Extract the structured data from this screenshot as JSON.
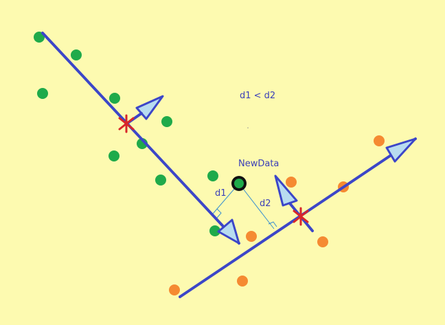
{
  "colors": {
    "background": "#fdfab0",
    "class_a": "#1faa4a",
    "class_b": "#f58a32",
    "main_line": "#3c46c8",
    "arrow_fill": "#b8dcf0",
    "center_marker": "#d8262a",
    "distance_line": "#3a8fd0",
    "label_text": "#3a3fb8",
    "new_point_outline": "#111111",
    "new_point_fill": "#1faa4a"
  },
  "labels": {
    "comparison": "d1 < d2",
    "new_data": "NewData",
    "d1": "d1",
    "d2": "d2"
  }
}
